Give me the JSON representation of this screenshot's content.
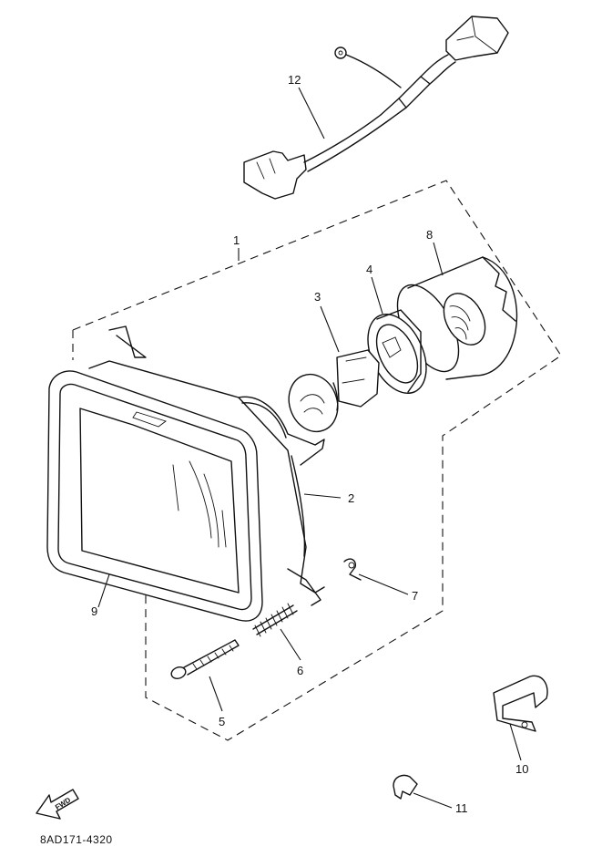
{
  "diagram": {
    "code": "8AD171-4320",
    "fwd_text": "FWD",
    "parts": [
      {
        "id": "1",
        "label": "1"
      },
      {
        "id": "2",
        "label": "2"
      },
      {
        "id": "3",
        "label": "3"
      },
      {
        "id": "4",
        "label": "4"
      },
      {
        "id": "5",
        "label": "5"
      },
      {
        "id": "6",
        "label": "6"
      },
      {
        "id": "7",
        "label": "7"
      },
      {
        "id": "8",
        "label": "8"
      },
      {
        "id": "9",
        "label": "9"
      },
      {
        "id": "10",
        "label": "10"
      },
      {
        "id": "11",
        "label": "11"
      },
      {
        "id": "12",
        "label": "12"
      }
    ]
  }
}
